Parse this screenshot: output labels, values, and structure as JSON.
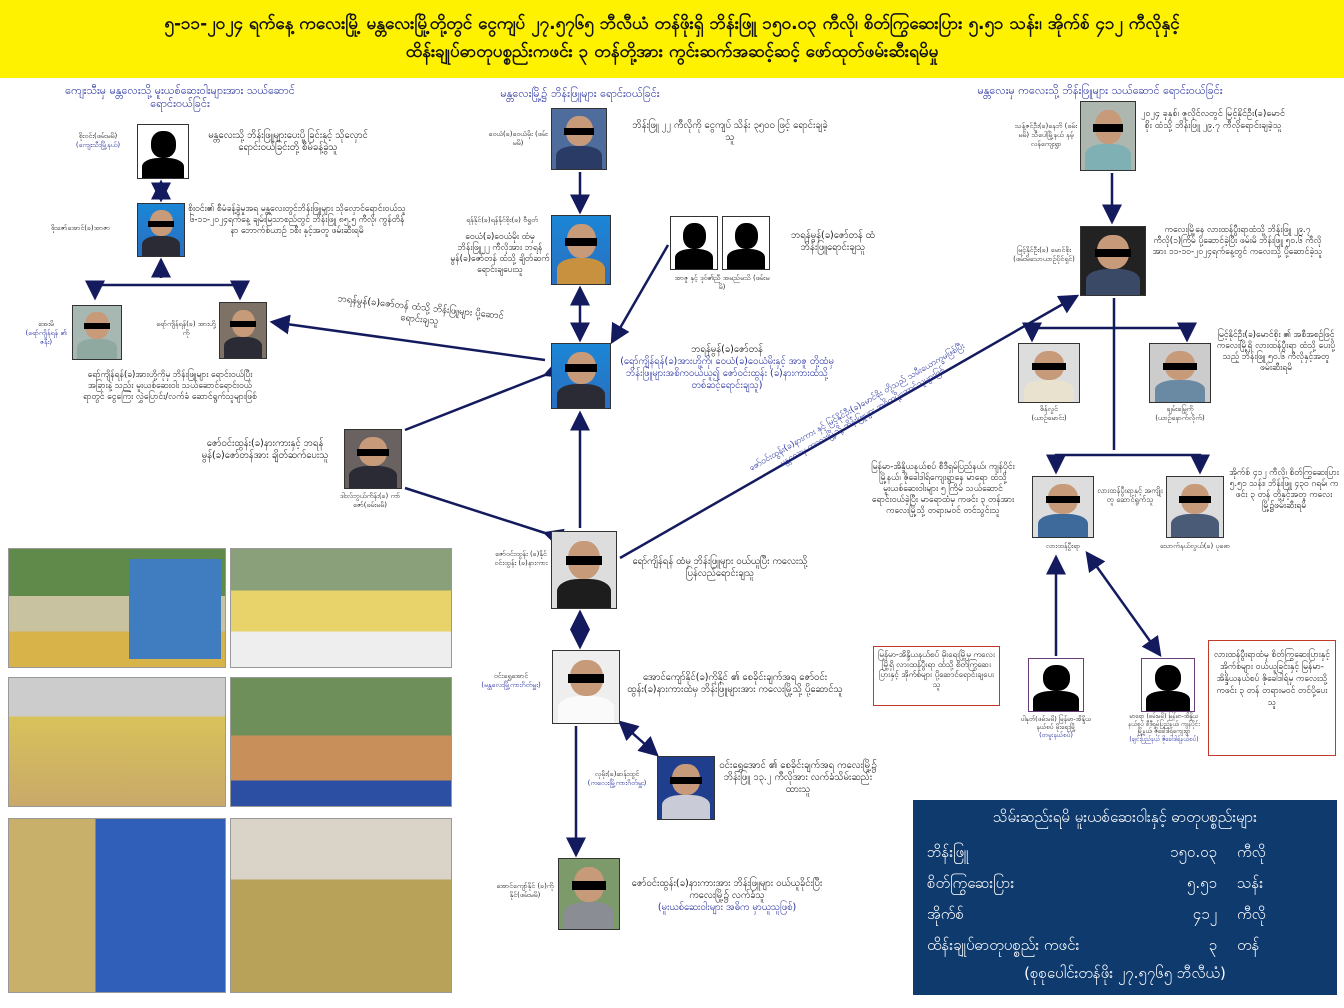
{
  "header": {
    "line1": "၅-၁၁-၂၀၂၄ ရက်နေ့ ကလေးမြို့ မန္တလေးမြို့တို့တွင် ငွေကျပ် ၂၇.၅၇၆၅ ဘီလီယံ တန်ဖိုးရှိ ဘိန်းဖြူ ၁၅၀.၀၃ ကီလို၊ စိတ်ကြွဆေးပြား ၅.၅၁ သန်း၊ အိုက်စ် ၄၁၂ ကီလိုနှင့်",
    "line2": "ထိန်းချုပ်ဓာတုပစ္စည်းကဖင်း ၃ တန်တို့အား ကွင်းဆက်အဆင့်ဆင့် ဖော်ထုတ်ဖမ်းဆီးရမိမှု"
  },
  "sections": {
    "left": "ကျေးသီးမှ မန္တလေးသို့ မူးယစ်ဆေးဝါးများအား သယ်ဆောင်ရောင်းဝယ်ခြင်း",
    "center": "မန္တလေးမြို့၌ ဘိန်းဖြူများ ရောင်းဝယ်ခြင်း",
    "right": "မန္တလေးမှ ကလေးသို့ ဘိန်းဖြူများ သယ်ဆောင် ရောင်းဝယ်ခြင်း"
  },
  "nodes": {
    "n1": {
      "name": "စိုးဝင်း(ဖမ်းမမိ)",
      "note": "(ကျေးသီးမြို့နယ်)",
      "desc": "မန္တလေးသို့ ဘိန်းဖြူများပေးပို့ခြင်းနှင့် သိုလှောင်ရောင်းဝယ်ခြင်းတို့ စီမံခန့်ခွဲသူ"
    },
    "n2": {
      "name": "စိုးဇော်အောင်(ခ)အာဇာ",
      "desc": "စိုးဝင်း၏ စီမံခန့်ခွဲမှုအရ မန္တလေးတွင်ဘိန်းဖြူများ သိုလှောင်ရောင်းဝယ်သူ ၆-၁၁-၂၀၂၄ရက်နေ့ ချမ်းမြသာစည်တွင် ဘိန်းဖြူ ၈၅.၅ ကီလို၊ ကွန်တိန်နာ ဘောက်စ်ယာဉ် ၁စီး နှင့်အတူ ဖမ်းဆီးရမိ"
    },
    "n3": {
      "name": "အေးမိ",
      "note": "(ရော်ကျိန်ရန် ၏ ဇနီး)"
    },
    "n4": {
      "name": "ရော်ကျိန်ရန်(ခ) အားဟို့ကို"
    },
    "n34desc": "ရော်ကျိန်ရန်(ခ)အားဟို့ကိုမှ ဘိန်းဖြူများ ရောင်းဝယ်ပြီး အခြားနဲ့ သည်း မူးယစ်ဆေးဝါး သယ်ဆောင်ရောင်းဝယ်ရာတွင် ငွေကြေး လွှဲပြောင်း/လက်ခံ ဆောင်ရွက်သူများဖြစ်",
    "n4arrow": "ဘရန်မွန်(ခ)ဇော်တန် ထံသို့ ဘိန်းဖြူများ ပို့ဆောင်ရောင်းချသူ",
    "n5": {
      "name": "ဒါးလ်ဘွယ်ကိန်း(ခ) ကာ်ဇော်(ဖမ်းမမိ)",
      "desc": "ဇော်ဝင်းထွန်း(ခ)နားကားနှင့် ဘရန်မွန်(ခ)ဇော်တန်အား ချိတ်ဆက်ပေးသူ"
    },
    "n6": {
      "name": "ဝေယံ(ခ)ဝေယံမိုး (ဖမ်းမမိ)",
      "desc": "ဘိန်းဖြူ ၂၂ ကီလိုကို ငွေကျပ် သိန်း ၃၅၀၀ ဖြင့် ရောင်းချခဲ့သူ"
    },
    "n7": {
      "name": "ရန်နိုင်(ခ)ရန်နိုင်စိုး(ခ) ဗီရွတ်",
      "desc": "ဝေယံ(ခ)ဝေယံမိုး ထံမှ ဘိန်းဖြူ၂၂ ကီလိုအား ဘရန်မွန်(ခ)ဇော်တန် ထံသို့ ချိတ်ဆက်ရောင်းချပေးသူ"
    },
    "n8": {
      "name": "အာဇူ နှင့် ဒုဝ်၏ညီ အမည်မသိ (ဖမ်းမမိ)",
      "desc": "ဘရန်မွန်(ခ)ဇော်တန် ထံ ဘိန်းဖြူရောင်းချသူ"
    },
    "n9": {
      "name": "ဘရန်မွန်(ခ)ဇော်တန်",
      "desc": "(ရော်ကျိန်ရန်(ခ)အားဟို့ကို၊ ဝေယံ(ခ)ဝေယံမိုးနှင့် အာဇူ တို့ထံမှ ဘိန်းဖြူများအစိကဝယ်ယူ၍ ဇော်ဝင်းထွန်း (ခ)နားကားထံသို့ တစ်ဆင့်ရောင်းချသူ)"
    },
    "diag": {
      "line1": "ဇော်ဝင်းထွန်း(ခ)နားကား နှင့် မြင့်နိုင်ဦး(ခ)မောင်စိုး တို့သည် သမီးယောက္ခမဖြစ်ပြီး",
      "line2": "မန္တလေးမှ ကလေးမြို့သို့ ဘိန်းဖြူများ အဓိကပို့ဆောင်သူများဖြစ်"
    },
    "n10": {
      "name": "ဇော်ဝင်းထွန်း (ခ)နိုင်ဝင်းထွန်း (ခ)နားကား",
      "desc": "ရော်ကျိန်ရန် ထံမှ ဘိန်းဖြူများ ဝယ်ယူပြီး ကလေးသို့ ပြန်လည်ရောင်းချသူ"
    },
    "n11": {
      "name": "ဝင်းရွှေအောင်",
      "note": "(မန္တလေးမြို့ကားဂိတ်မှူး)",
      "desc": "အောင်ကျော်နိုင်(ခ)ကိုနိုင် ၏ စေခိုင်းချက်အရ ဇော်ဝင်းထွန်း(ခ)နားကားထံမှ ဘိန်းဖြူများအား ကလေးမြို့သို့ ပို့ဆောင်သူ"
    },
    "n12": {
      "name": "လှမိုး(ခ)ဆန်းထွင်",
      "note": "(ကလေးမြို့ကားဂိတ်မှူး)",
      "desc": "ဝင်းရွှေအောင် ၏ စေခိုင်းချက်အရ ကလေးမြို့၌ ဘိန်းဖြူ ၁၃.၂ ကီလိုအား လက်ခံသိမ်းဆည်းထားသူ"
    },
    "n13": {
      "name": "အောင်ကျော်နိုင် (ခ)ကိုနိုင်(ဖမ်းမမိ)",
      "desc": "ဇော်ဝင်းထွန်း(ခ)နားကားအား ဘိန်းဖြူများ ဝယ်ယူခိုင်းပြီး ကလေးမြို့၌ လက်ခံသူ",
      "note": "(မူးယစ်ဆေးဝါးများ အဓိက မှာယူသူဖြစ်)"
    },
    "n14": {
      "name": "သန့်ဇင်ဦး(ခ)နေဘိ (ဖမ်းမမိ) သီပေါမြို့နယ် နမ့်လန်ကျေးရွာ",
      "desc": "၂၀၂၄ ခုနှစ်၊ ဇူလိုင်လတွင် မြင့်နိုင်ဦး(ခ)မောင်စိုး ထံသို့ ဘိန်းဖြူ ၂၉.၇ ကီလိုရောင်းချခဲ့သူ"
    },
    "n15": {
      "name": "မြင့်နိုင်ဦး(ခ) မောင်စိုး (ဖမ်းမိသောယာဉ်ပိုင်ရှင်)",
      "desc": "ကလေးမြို့နေ လားထန်ပွီးရာထံသို့ ဘိန်းဖြူ ၂၉.၇ ကီလို(၁)ကြိမ် ပို့ဆောင်ခဲ့ပြီး ဖမ်းမိ ဘိန်းဖြူ ၅၀.၆ ကီလိုအား ၁၁-၁၀-၂၀၂၄ရက်နေ့တွင် ကလေးသို့ ပို့ဆောင်ခဲ့သူ"
    },
    "n16": {
      "name": "စိန်လွင်",
      "note": "(ယာဉ်မောင်း)"
    },
    "n17": {
      "name": "ချမ်းမြေ့ကို",
      "note": "(ယာဉ်နောက်လိုက်)",
      "desc": "မြင့်နိုင်ဦး(ခ)မောင်စိုး ၏ အစီအစဉ်ဖြင့် ကလေးမြို့ရှိ လားထန်ပွီးရာ ထံသို့ ပေးပို့သည့် ဘိန်းဖြူ ၅၀.၆ ကီလိုနှင့်အတူ ဖမ်းဆီးရမိ"
    },
    "n18": {
      "name": "လားထန်ပွီးရာ",
      "desc": "မြန်မာ-အိန္ဒိယနယ်စပ် စီဒီရှမ်ပြည်နယ်၊ ကျန်ပိုင်းမြို့နယ်၊ ဇိုခေါဒါရ်ကျေးရွာနေ မာရော ထံသို့ မူးယစ်ဆေးဝါးများ ၅ ကြိမ် သယ်ဆောင် ရောင်းဝယ်ခဲ့ပြီး မာရောထံမှ ကဖင်း ၃ တန်အား ကလေးမြို့သို့ တရားမဝင် တင်သွင်းသူ"
    },
    "n1819mid": "လားထန်ပွီးရာနှင့် အကျိုးတူ ဆောင်ရွက်သူ",
    "n19": {
      "name": "သောက်နယ်လွယ်(ခ) ပုဓော",
      "desc": "အိုက်စ် ၄၁၂ ကီလို၊ စိတ်ကြွဆေးပြား ၅.၅၁ သန်း၊ ဘိန်းဖြူ ၄၃၀ ဂရမ်၊ ကဖင်း ၃ တန် တို့နှင့်အတူ ကလေးမြို့၌ဖမ်းဆီးရမိ"
    },
    "n20": {
      "name": "ပါနုတ်(ဖမ်းမမိ) မြန်မာ-အိန္ဒိယနယ်စပ် မိုးရေးမြို့",
      "note": "(တမူးနယ်စပ်)",
      "desc": "မြန်မာ-အိန္ဒိယနယ်စပ် မိုးရေးမြို့မှ ကလေးမြို့ရှိ လားထန်ပွီးရာ ထံသို့ စိတ်ကြွဆေးပြားနှင့် အိုက်စ်များ ပို့ဆောင်ရောင်းချပေးသူ"
    },
    "n21": {
      "name": "မာရော (ဖမ်းမမိ) မြန်မာ-အိန္ဒိယ နယ်စပ် စီဒီရှမ်ပြည်နယ်၊ ကျန်ပိုင်းမြို့နယ်၊ ဇိုခေါဒါရ်ကျေးရွာ",
      "note": "(ချင်းပြည်နယ် ဇိုခေါဒါရ်နယ်စပ်)",
      "desc": "လားထန်ပွီးရာထံမှ စိတ်ကြွဆေးပြားနှင့် အိုက်စ်များ ဝယ်ယူခြင်းနှင့် မြန်မာ-အိန္ဒိယနယ်စပ် ဇိုခေါဒါရ်မှ ကလေးသို့ ကဖင်း ၃ တန် တရားမဝင် တင်ပို့ပေးသူ"
    }
  },
  "summary": {
    "title": "သိမ်းဆည်းရမိ မူးယစ်ဆေးဝါးနှင့် ဓာတုပစ္စည်းများ",
    "rows": [
      {
        "k": "ဘိန်းဖြူ",
        "v": "၁၅၀.၀၃",
        "u": "ကီလို"
      },
      {
        "k": "စိတ်ကြွဆေးပြား",
        "v": "၅.၅၁",
        "u": "သန်း"
      },
      {
        "k": "အိုက်စ်",
        "v": "၄၁၂",
        "u": "ကီလို"
      },
      {
        "k": "ထိန်းချုပ်ဓာတုပစ္စည်း ကဖင်း",
        "v": "၃",
        "u": "တန်"
      }
    ],
    "total": "(စုစုပေါင်းတန်ဖိုး ၂၇.၅၇၆၅ ဘီလီယံ)"
  },
  "colors": {
    "header": "#fff200",
    "accent": "#1f2a9c",
    "summary_bg": "#0f3a6e",
    "arrow": "#141a5e"
  }
}
